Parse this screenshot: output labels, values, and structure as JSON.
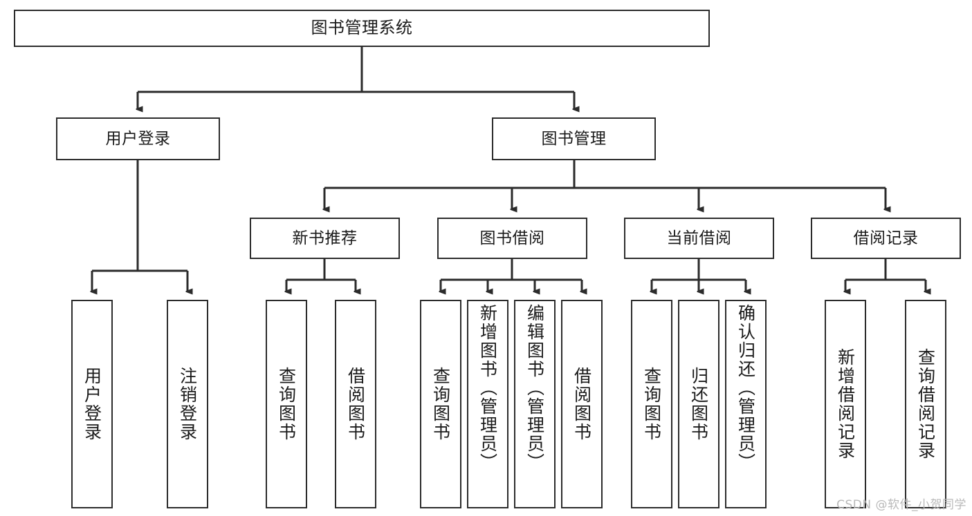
{
  "diagram": {
    "title_node": {
      "label": "图书管理系统"
    },
    "level2": [
      {
        "id": "user-login",
        "label": "用户登录"
      },
      {
        "id": "book-manage",
        "label": "图书管理"
      }
    ],
    "level3": [
      {
        "id": "new-book-recommend",
        "label": "新书推荐"
      },
      {
        "id": "book-borrow",
        "label": "图书借阅"
      },
      {
        "id": "current-borrow",
        "label": "当前借阅"
      },
      {
        "id": "borrow-record",
        "label": "借阅记录"
      }
    ],
    "leaves": [
      {
        "id": "leaf-user-login",
        "label": "用户登录",
        "parent": "user-login"
      },
      {
        "id": "leaf-user-logout",
        "label": "注销登录",
        "parent": "user-login"
      },
      {
        "id": "leaf-query-book-1",
        "label": "查询图书",
        "parent": "new-book-recommend"
      },
      {
        "id": "leaf-borrow-book-1",
        "label": "借阅图书",
        "parent": "new-book-recommend"
      },
      {
        "id": "leaf-query-book-2",
        "label": "查询图书",
        "parent": "book-borrow"
      },
      {
        "id": "leaf-add-book",
        "label": "新增图书（管理员）",
        "parent": "book-borrow"
      },
      {
        "id": "leaf-edit-book",
        "label": "编辑图书（管理员）",
        "parent": "book-borrow"
      },
      {
        "id": "leaf-borrow-book-2",
        "label": "借阅图书",
        "parent": "book-borrow"
      },
      {
        "id": "leaf-query-book-3",
        "label": "查询图书",
        "parent": "current-borrow"
      },
      {
        "id": "leaf-return-book",
        "label": "归还图书",
        "parent": "current-borrow"
      },
      {
        "id": "leaf-confirm-return",
        "label": "确认归还（管理员）",
        "parent": "current-borrow"
      },
      {
        "id": "leaf-add-record",
        "label": "新增借阅记录",
        "parent": "borrow-record"
      },
      {
        "id": "leaf-query-record",
        "label": "查询借阅记录",
        "parent": "borrow-record"
      }
    ],
    "colors": {
      "stroke": "#2b2b2b",
      "fill": "#ffffff",
      "text": "#1a1a1a",
      "watermark": "#b9b9b9"
    }
  },
  "watermark": {
    "text": "CSDN @软件_小贺同学"
  }
}
